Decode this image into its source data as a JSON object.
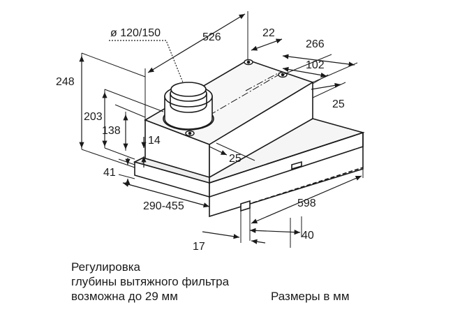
{
  "dimensions": {
    "duct_diameter": "ø 120/150",
    "depth_526": "526",
    "d22": "22",
    "d266": "266",
    "d102": "102",
    "d25_right": "25",
    "height_248": "248",
    "height_203": "203",
    "height_138": "138",
    "d14": "14",
    "d25_front": "25",
    "d41": "41",
    "range_290_455": "290-455",
    "width_598": "598",
    "d40": "40",
    "d17": "17"
  },
  "notes": {
    "line1": "Регулировка",
    "line2": "глубины вытяжного фильтра",
    "line3": "возможна до 29 мм",
    "units": "Размеры в мм"
  }
}
